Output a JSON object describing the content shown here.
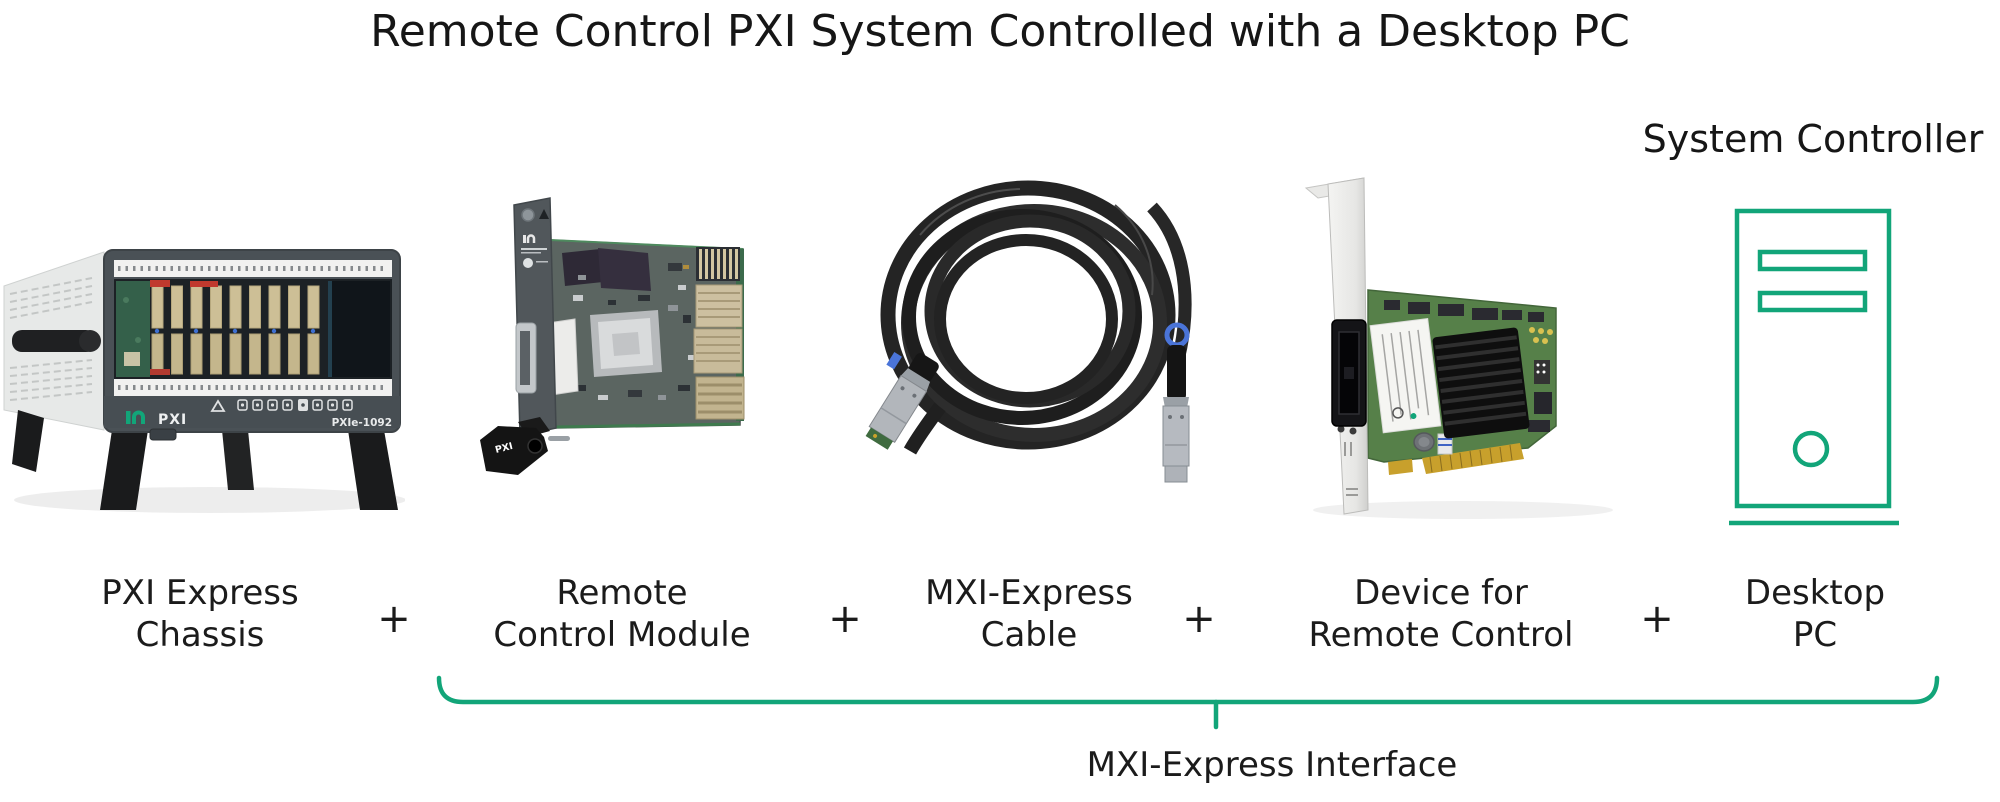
{
  "diagram": {
    "title": "Remote Control PXI System Controlled with a Desktop PC",
    "system_controller_caption": "System Controller",
    "plus_sign": "+",
    "bracket_label": "MXI-Express Interface",
    "colors": {
      "accent_green": "#12a579",
      "text": "#1b1b1b",
      "background": "#ffffff"
    },
    "components": [
      {
        "id": "pxi-express-chassis",
        "type": "photo",
        "label_line1": "PXI Express",
        "label_line2": "Chassis",
        "photo_text": {
          "brand": "PXI",
          "model": "PXIe-1092"
        }
      },
      {
        "id": "remote-control-module",
        "type": "photo",
        "label_line1": "Remote",
        "label_line2": "Control Module",
        "photo_text": {
          "handle": "PXI"
        }
      },
      {
        "id": "mxi-express-cable",
        "type": "photo",
        "label_line1": "MXI-Express",
        "label_line2": "Cable"
      },
      {
        "id": "device-for-remote-control",
        "type": "photo",
        "label_line1": "Device for",
        "label_line2": "Remote Control"
      },
      {
        "id": "desktop-pc",
        "type": "icon",
        "label_line1": "Desktop",
        "label_line2": "PC"
      }
    ]
  }
}
